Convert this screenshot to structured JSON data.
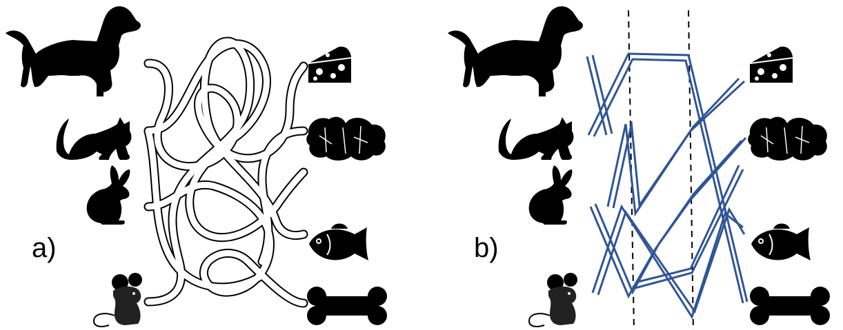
{
  "figure": {
    "panels": [
      {
        "id": "a",
        "label": "a)"
      },
      {
        "id": "b",
        "label": "b)"
      }
    ],
    "animals": [
      "dog-icon",
      "cat-icon",
      "rabbit-icon",
      "mouse-icon"
    ],
    "foods": [
      "cheese-icon",
      "cabbage-icon",
      "fish-icon",
      "bone-icon"
    ],
    "colors": {
      "silhouette": "#000000",
      "path_line": "#2f5597",
      "maze_tube": "#000000",
      "background": "#ffffff"
    }
  }
}
